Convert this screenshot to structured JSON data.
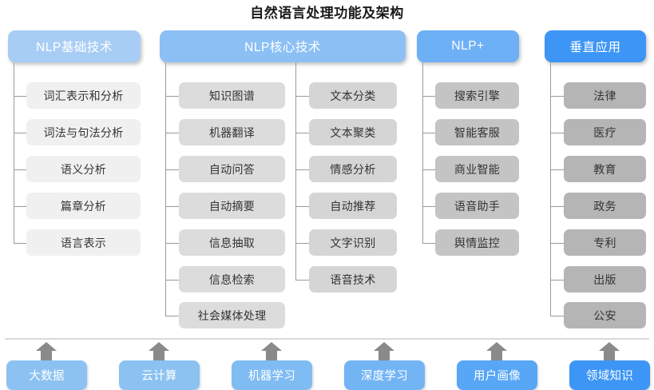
{
  "title": "自然语言处理功能及架构",
  "colors": {
    "header_basic": "#a8cdf5",
    "header_core": "#8cc0f5",
    "header_plus": "#6eb0f5",
    "header_vertical": "#3d96f5",
    "item_col1": "#f0f0f0",
    "item_col2a": "#dcdcdc",
    "item_col2b": "#d5d5d5",
    "item_col3": "#c4c4c4",
    "item_col4": "#b5b5b5",
    "connector": "#9a9a9a",
    "arrow": "#8a8a8a",
    "divider": "#d9d9d9",
    "title_text": "#1a1a1a",
    "item_text": "#333333"
  },
  "columns": [
    {
      "id": "nlp-basic",
      "header": "NLP基础技术",
      "items": [
        "词汇表示和分析",
        "词法与句法分析",
        "语义分析",
        "篇章分析",
        "语言表示"
      ]
    },
    {
      "id": "nlp-core",
      "header": "NLP核心技术",
      "items_left": [
        "知识图谱",
        "机器翻译",
        "自动问答",
        "自动摘要",
        "信息抽取",
        "信息检索",
        "社会媒体处理"
      ],
      "items_right": [
        "文本分类",
        "文本聚类",
        "情感分析",
        "自动推荐",
        "文字识别",
        "语音技术"
      ]
    },
    {
      "id": "nlp-plus",
      "header": "NLP+",
      "items": [
        "搜索引擎",
        "智能客服",
        "商业智能",
        "语音助手",
        "舆情监控"
      ]
    },
    {
      "id": "vertical-apps",
      "header": "垂直应用",
      "items": [
        "法律",
        "医疗",
        "教育",
        "政务",
        "专利",
        "出版",
        "公安"
      ]
    }
  ],
  "foundation": {
    "items": [
      {
        "label": "大数据",
        "color": "#8cc2f2"
      },
      {
        "label": "云计算",
        "color": "#8cc2f2"
      },
      {
        "label": "机器学习",
        "color": "#7fbcf3"
      },
      {
        "label": "深度学习",
        "color": "#73b5f4"
      },
      {
        "label": "用户画像",
        "color": "#58a6f6"
      },
      {
        "label": "领域知识",
        "color": "#3d96f5"
      }
    ],
    "arrow_icon": "arrow-up-icon"
  }
}
